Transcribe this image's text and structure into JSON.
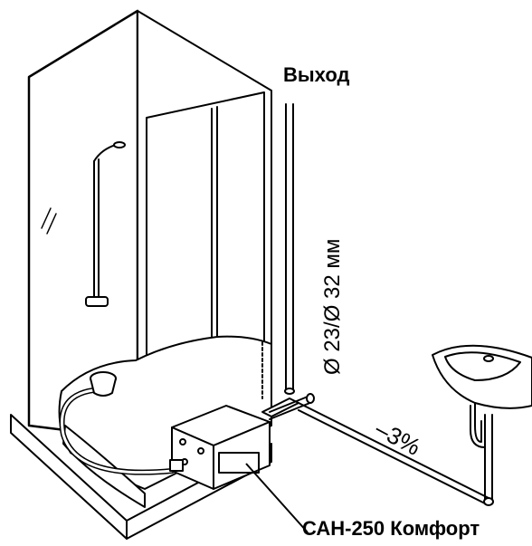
{
  "labels": {
    "output": "Выход",
    "diameter": "Ø 23/Ø 32 мм",
    "slope": "–3%",
    "product": "САН-250 Комфорт"
  },
  "colors": {
    "line": "#000000",
    "background": "#ffffff",
    "fill": "#ffffff"
  },
  "icons": {
    "shower-cabin": "shower-cabin-drawing",
    "pump-unit": "macerator-pump-drawing",
    "washbasin": "washbasin-drawing"
  }
}
